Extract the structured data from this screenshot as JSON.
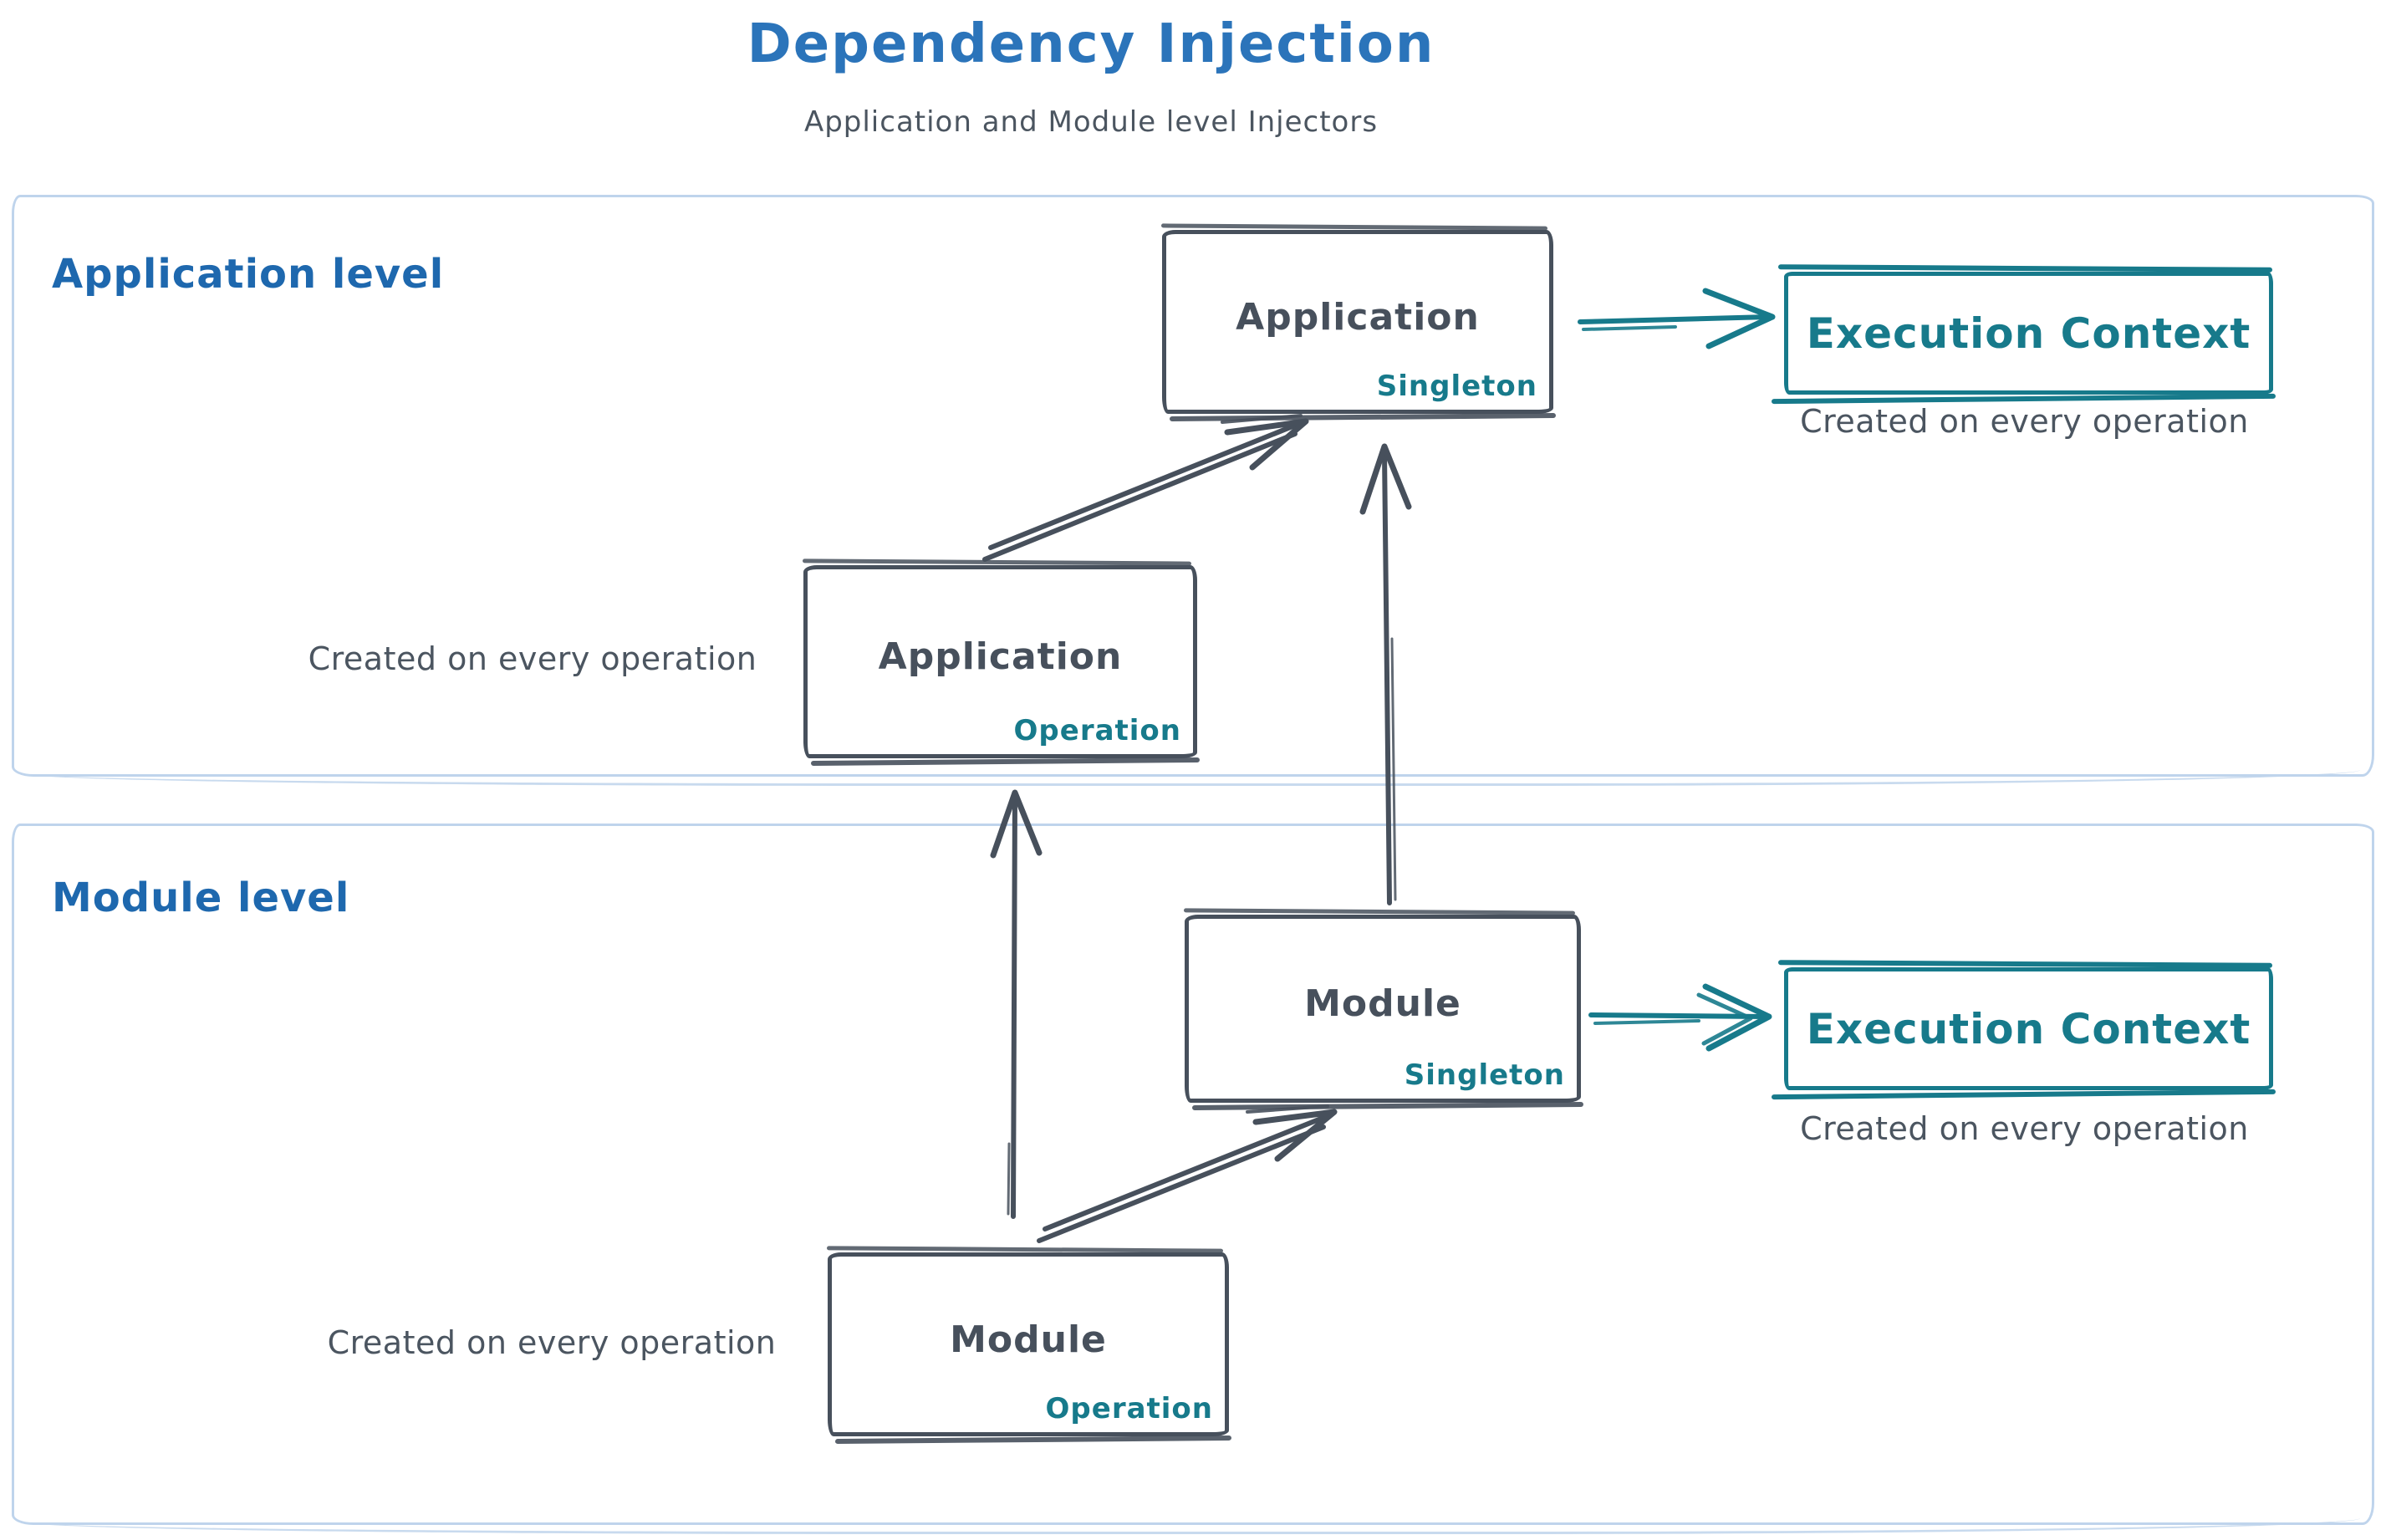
{
  "title": "Dependency Injection",
  "subtitle": "Application and Module level Injectors",
  "colors": {
    "title_blue": "#2b74ba",
    "section_blue": "#1e68ae",
    "node_slate": "#47505c",
    "teal": "#177a8b",
    "container_blue": "#bfd4ec",
    "text_gray": "#4b5560"
  },
  "sections": {
    "application": {
      "label": "Application level"
    },
    "module": {
      "label": "Module level"
    }
  },
  "nodes": {
    "app_singleton": {
      "label": "Application",
      "sublabel": "Singleton"
    },
    "app_operation": {
      "label": "Application",
      "sublabel": "Operation"
    },
    "module_singleton": {
      "label": "Module",
      "sublabel": "Singleton"
    },
    "module_operation": {
      "label": "Module",
      "sublabel": "Operation"
    },
    "exec_context_app": {
      "label": "Execution Context"
    },
    "exec_context_module": {
      "label": "Execution Context"
    }
  },
  "captions": {
    "exec_context_app": "Created on every operation",
    "app_operation": "Created on every operation",
    "exec_context_module": "Created on every operation",
    "module_operation": "Created on every operation"
  }
}
